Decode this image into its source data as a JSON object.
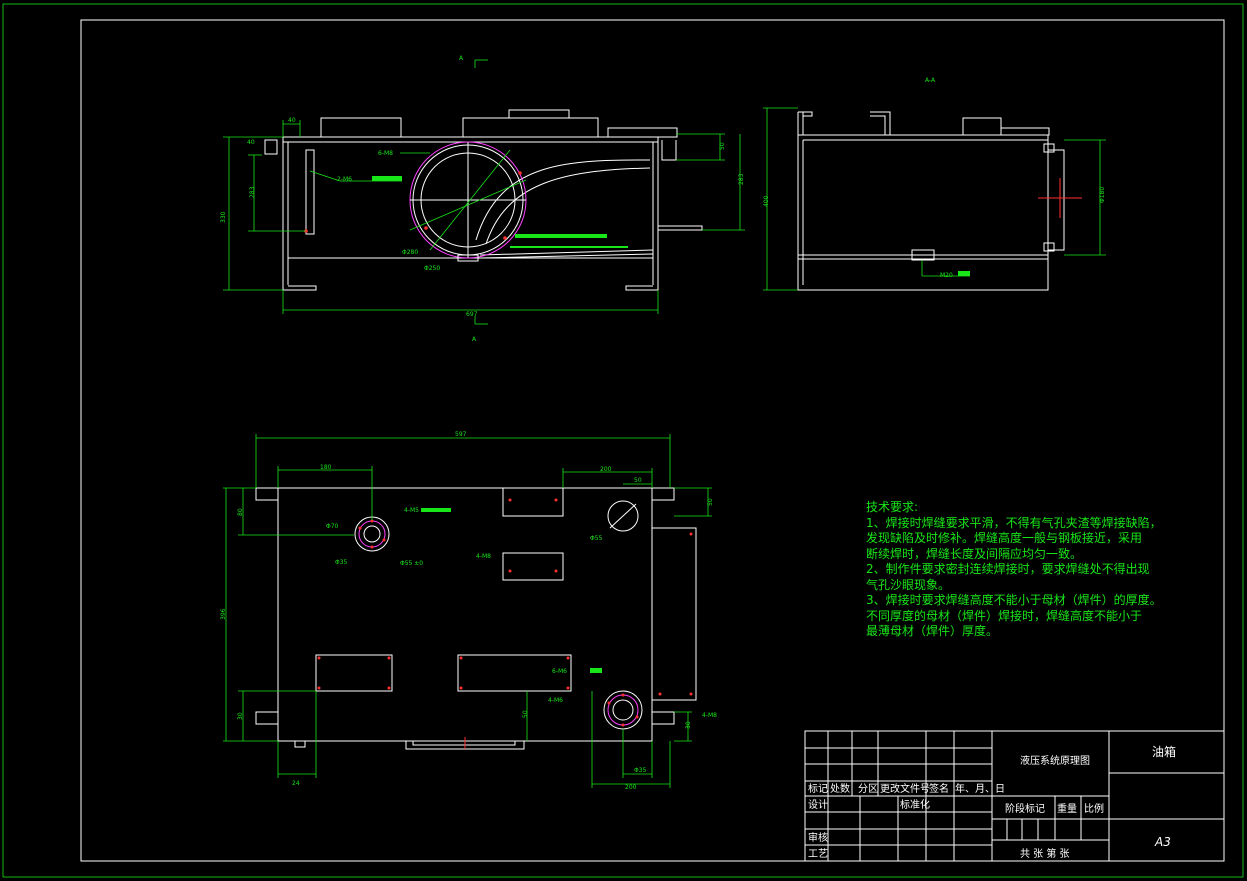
{
  "requirements": {
    "title": "技术要求:",
    "lines": [
      "1、焊接时焊缝要求平滑，不得有气孔夹渣等焊接缺陷，",
      "发现缺陷及时修补。焊缝高度一般与钢板接近，采用",
      "断续焊时，焊缝长度及间隔应均匀一致。",
      "2、制作件要求密封连续焊接时，要求焊缝处不得出现",
      "气孔沙眼现象。",
      "3、焊接时要求焊缝高度不能小于母材（焊件）的厚度。",
      "不同厚度的母材（焊件）焊接时，焊缝高度不能小于",
      "最薄母材（焊件）厚度。"
    ]
  },
  "title_block": {
    "drawing_name": "液压系统原理图",
    "part_name": "油箱",
    "sheet_size": "A3",
    "row_labels": [
      "标记",
      "处数",
      "分区",
      "更改文件号",
      "签名",
      "年、月、日"
    ],
    "design": "设计",
    "standardization": "标准化",
    "review": "审核",
    "process": "工艺",
    "stage_mark": "阶段标记",
    "weight": "重量",
    "scale": "比例",
    "sheets": "共 张 第 张"
  },
  "views": {
    "section_a_top": "A",
    "section_a_bottom": "A",
    "side_view_label": "A-A"
  },
  "dimensions": {
    "front_width": "697",
    "front_height": "330",
    "front_inner": "283",
    "front_top_left": "40",
    "front_left_small": "40",
    "front_right_a": "50",
    "front_right_b": "283",
    "front_circle_a": "Φ280",
    "front_circle_b": "Φ250",
    "front_bolts": "6-M8",
    "front_bolts2": "2-M6",
    "side_height": "400",
    "side_flange": "Φ180",
    "side_drain": "M20",
    "plan_width": "597",
    "plan_height": "396",
    "plan_left_offset": "180",
    "plan_right_offset": "200",
    "plan_right_small": "50",
    "plan_top_left": "80",
    "plan_top_right": "50",
    "plan_bottom_left": "30",
    "plan_bottom_mid": "50",
    "plan_bottom_right": "30",
    "plan_bottom_right2": "200",
    "plan_bottom_small": "24",
    "plan_hole_a": "Φ70",
    "plan_hole_b": "Φ35",
    "plan_hole_c": "Φ55",
    "plan_hole_d": "Φ35",
    "plan_bolt_a": "4-M5",
    "plan_bolt_b": "4-M8",
    "plan_bolt_c": "6-M6",
    "plan_bolt_d": "4-M6",
    "plan_bolt_e": "4-M8",
    "plan_pcd": "Φ55 ±0"
  },
  "colors": {
    "background": "#000000",
    "outline": "#ffffff",
    "dimension": "#19e619",
    "flange": "#ff40ff",
    "marker": "#ff3030"
  }
}
